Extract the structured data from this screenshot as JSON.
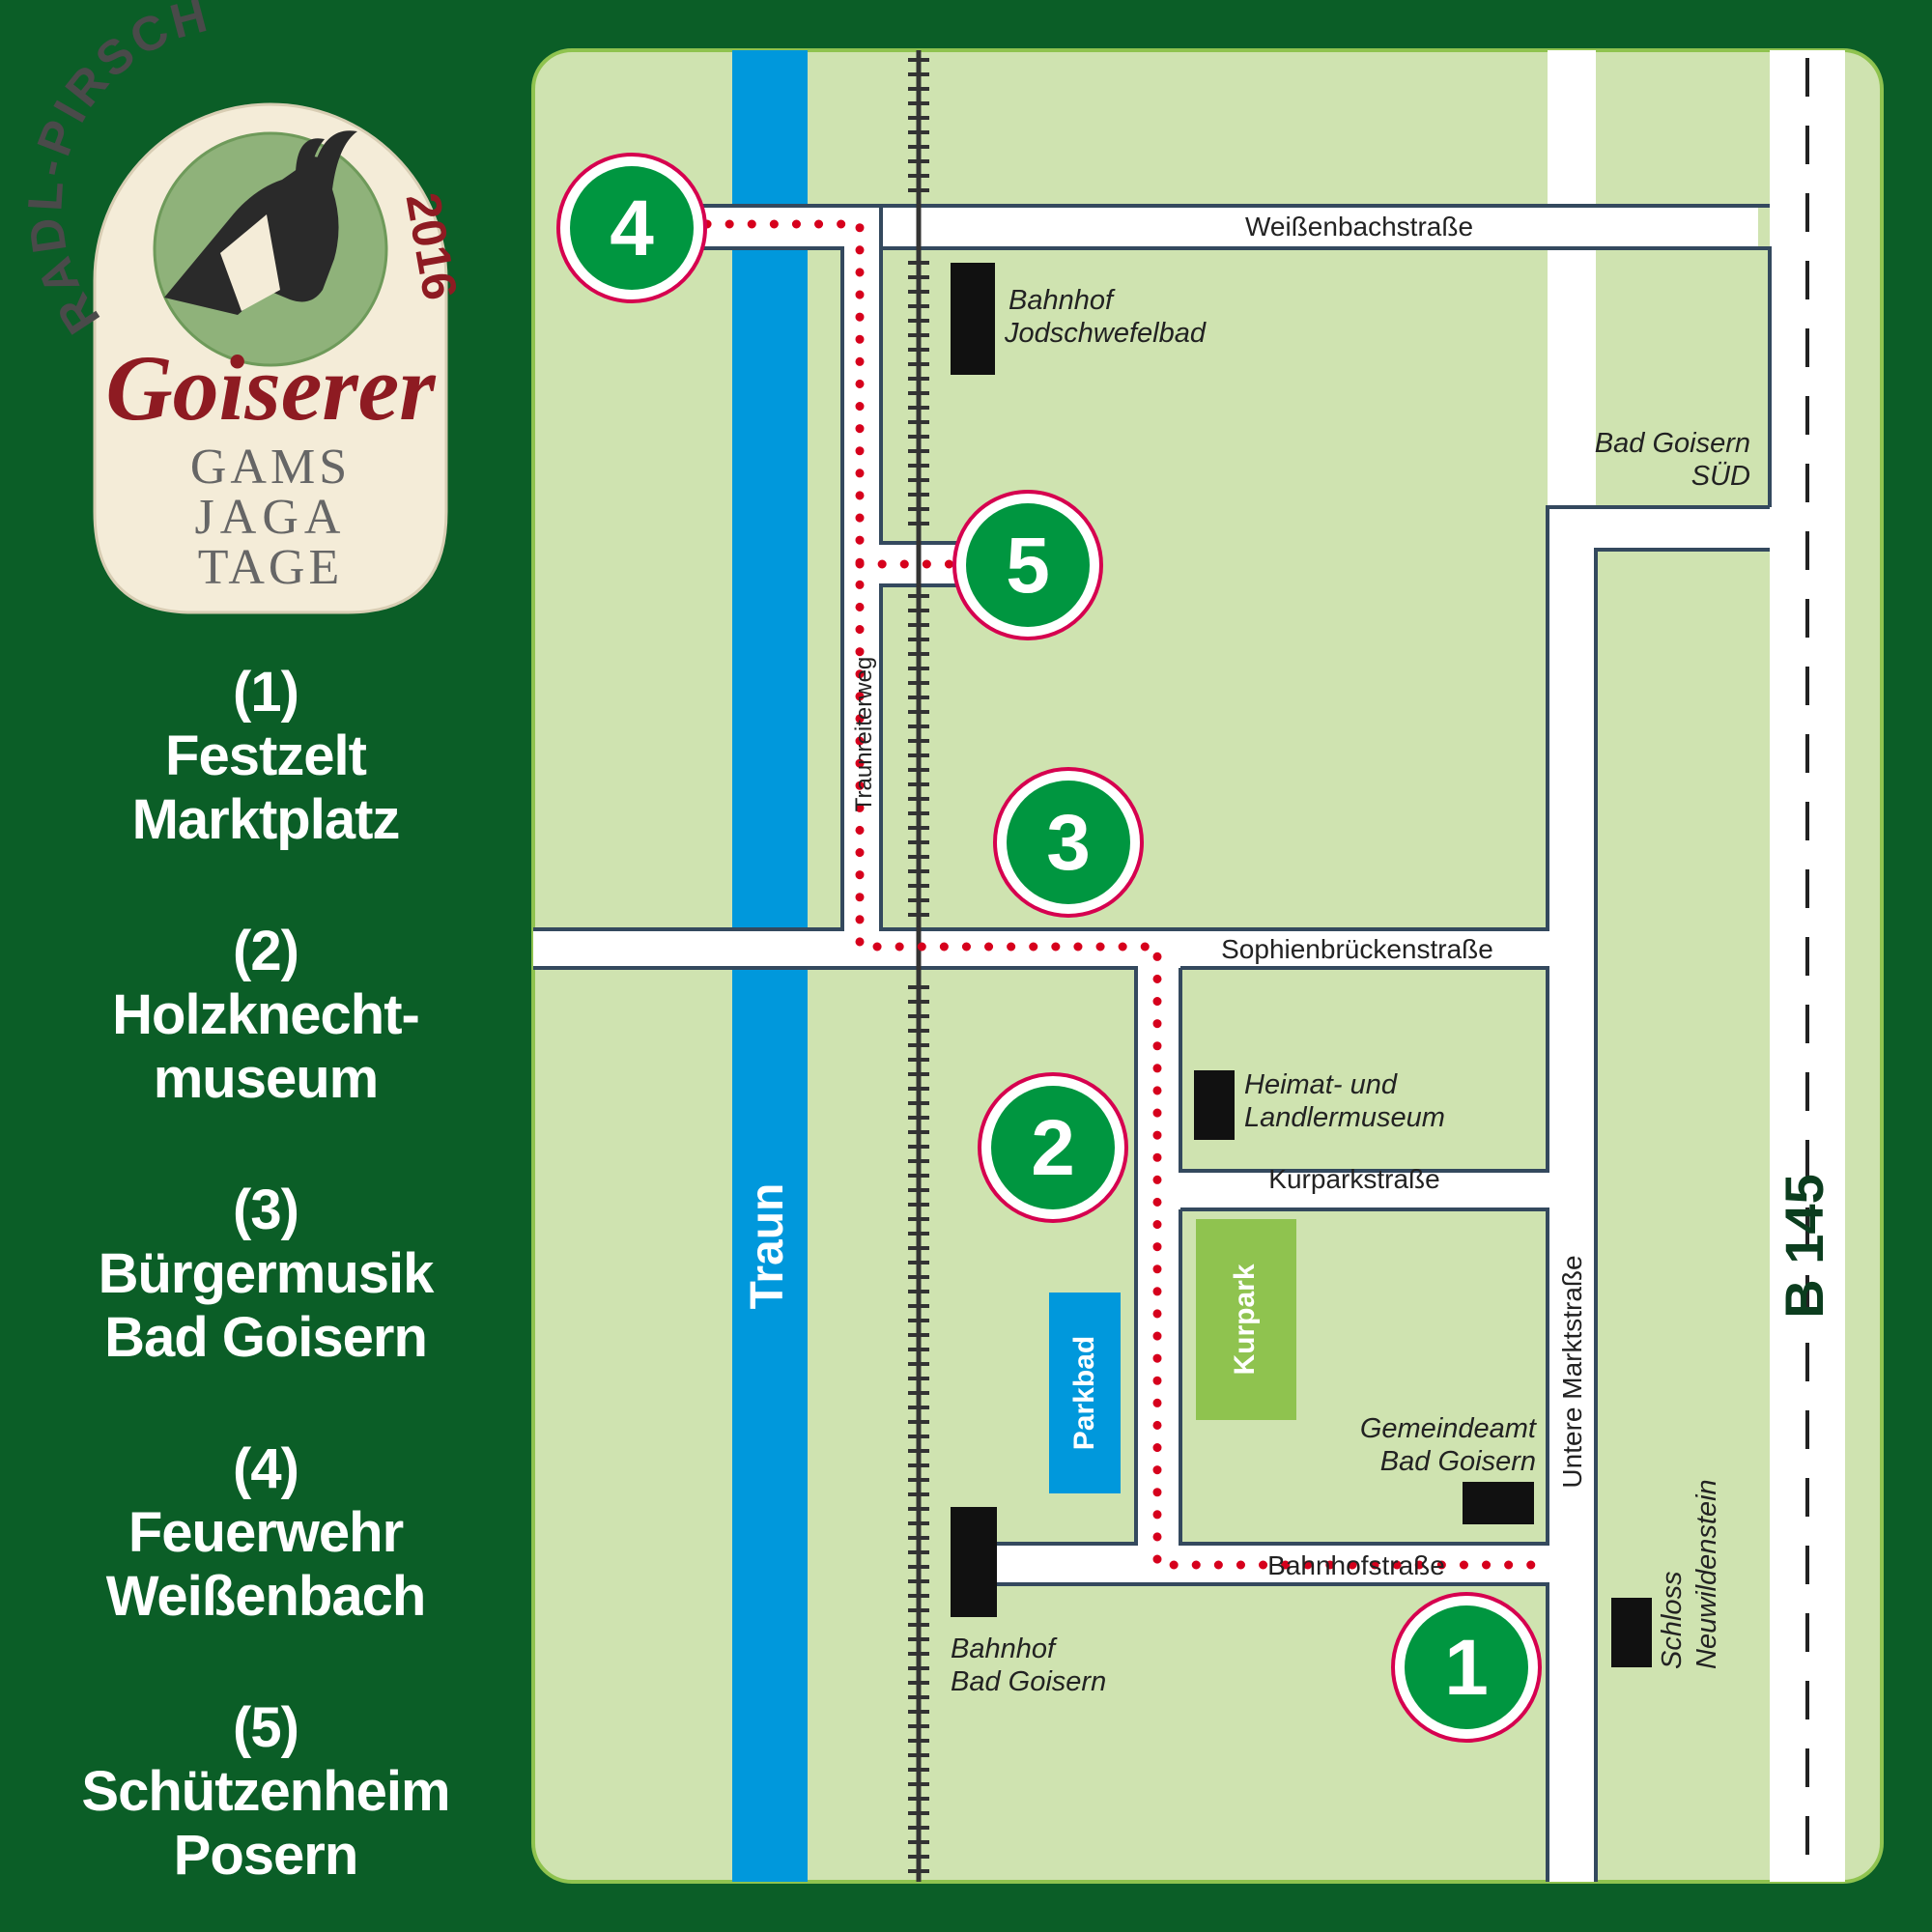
{
  "logo": {
    "arc_text": "RADL-PIRSCH",
    "year": "2016",
    "script_text": "Goiserer",
    "lines": [
      "GAMS",
      "JAGA",
      "TAGE"
    ]
  },
  "legend": [
    {
      "num": "(1)",
      "lines": [
        "Festzelt",
        "Marktplatz"
      ]
    },
    {
      "num": "(2)",
      "lines": [
        "Holzknecht-",
        "museum"
      ]
    },
    {
      "num": "(3)",
      "lines": [
        "Bürgermusik",
        "Bad Goisern"
      ]
    },
    {
      "num": "(4)",
      "lines": [
        "Feuerwehr",
        "Weißenbach"
      ]
    },
    {
      "num": "(5)",
      "lines": [
        "Schützenheim",
        "Posern"
      ]
    }
  ],
  "streets": {
    "weissenbach": "Weißenbachstraße",
    "sophienbruecken": "Sophienbrückenstraße",
    "kurpark": "Kurparkstraße",
    "bahnhof": "Bahnhofstraße",
    "traunreiterweg": "Traunreiterweg",
    "untere_markt": "Untere Marktstraße",
    "b145": "B 145"
  },
  "places": {
    "river": "Traun",
    "kurpark": "Kurpark",
    "parkbad": "Parkbad",
    "bahnhof_jod": [
      "Bahnhof",
      "Jodschwefelbad"
    ],
    "bad_goisern_sued": [
      "Bad Goisern",
      "SÜD"
    ],
    "heimatmuseum": [
      "Heimat- und",
      "Landlermuseum"
    ],
    "gemeindeamt": [
      "Gemeindeamt",
      "Bad Goisern"
    ],
    "bahnhof_bg": [
      "Bahnhof",
      "Bad Goisern"
    ],
    "schloss": [
      "Schloss",
      "Neuwildenstein"
    ]
  },
  "markers": [
    "1",
    "2",
    "3",
    "4",
    "5"
  ],
  "colors": {
    "background": "#0b5e27",
    "map_field": "#cfe3b0",
    "map_border": "#8fc34f",
    "road": "#ffffff",
    "road_edge": "#34495e",
    "river": "#0098dc",
    "route": "#d6001c",
    "marker_fill": "#009640",
    "marker_ring": "#d6004f",
    "kurpark": "#8fc34f",
    "building": "#111111"
  }
}
